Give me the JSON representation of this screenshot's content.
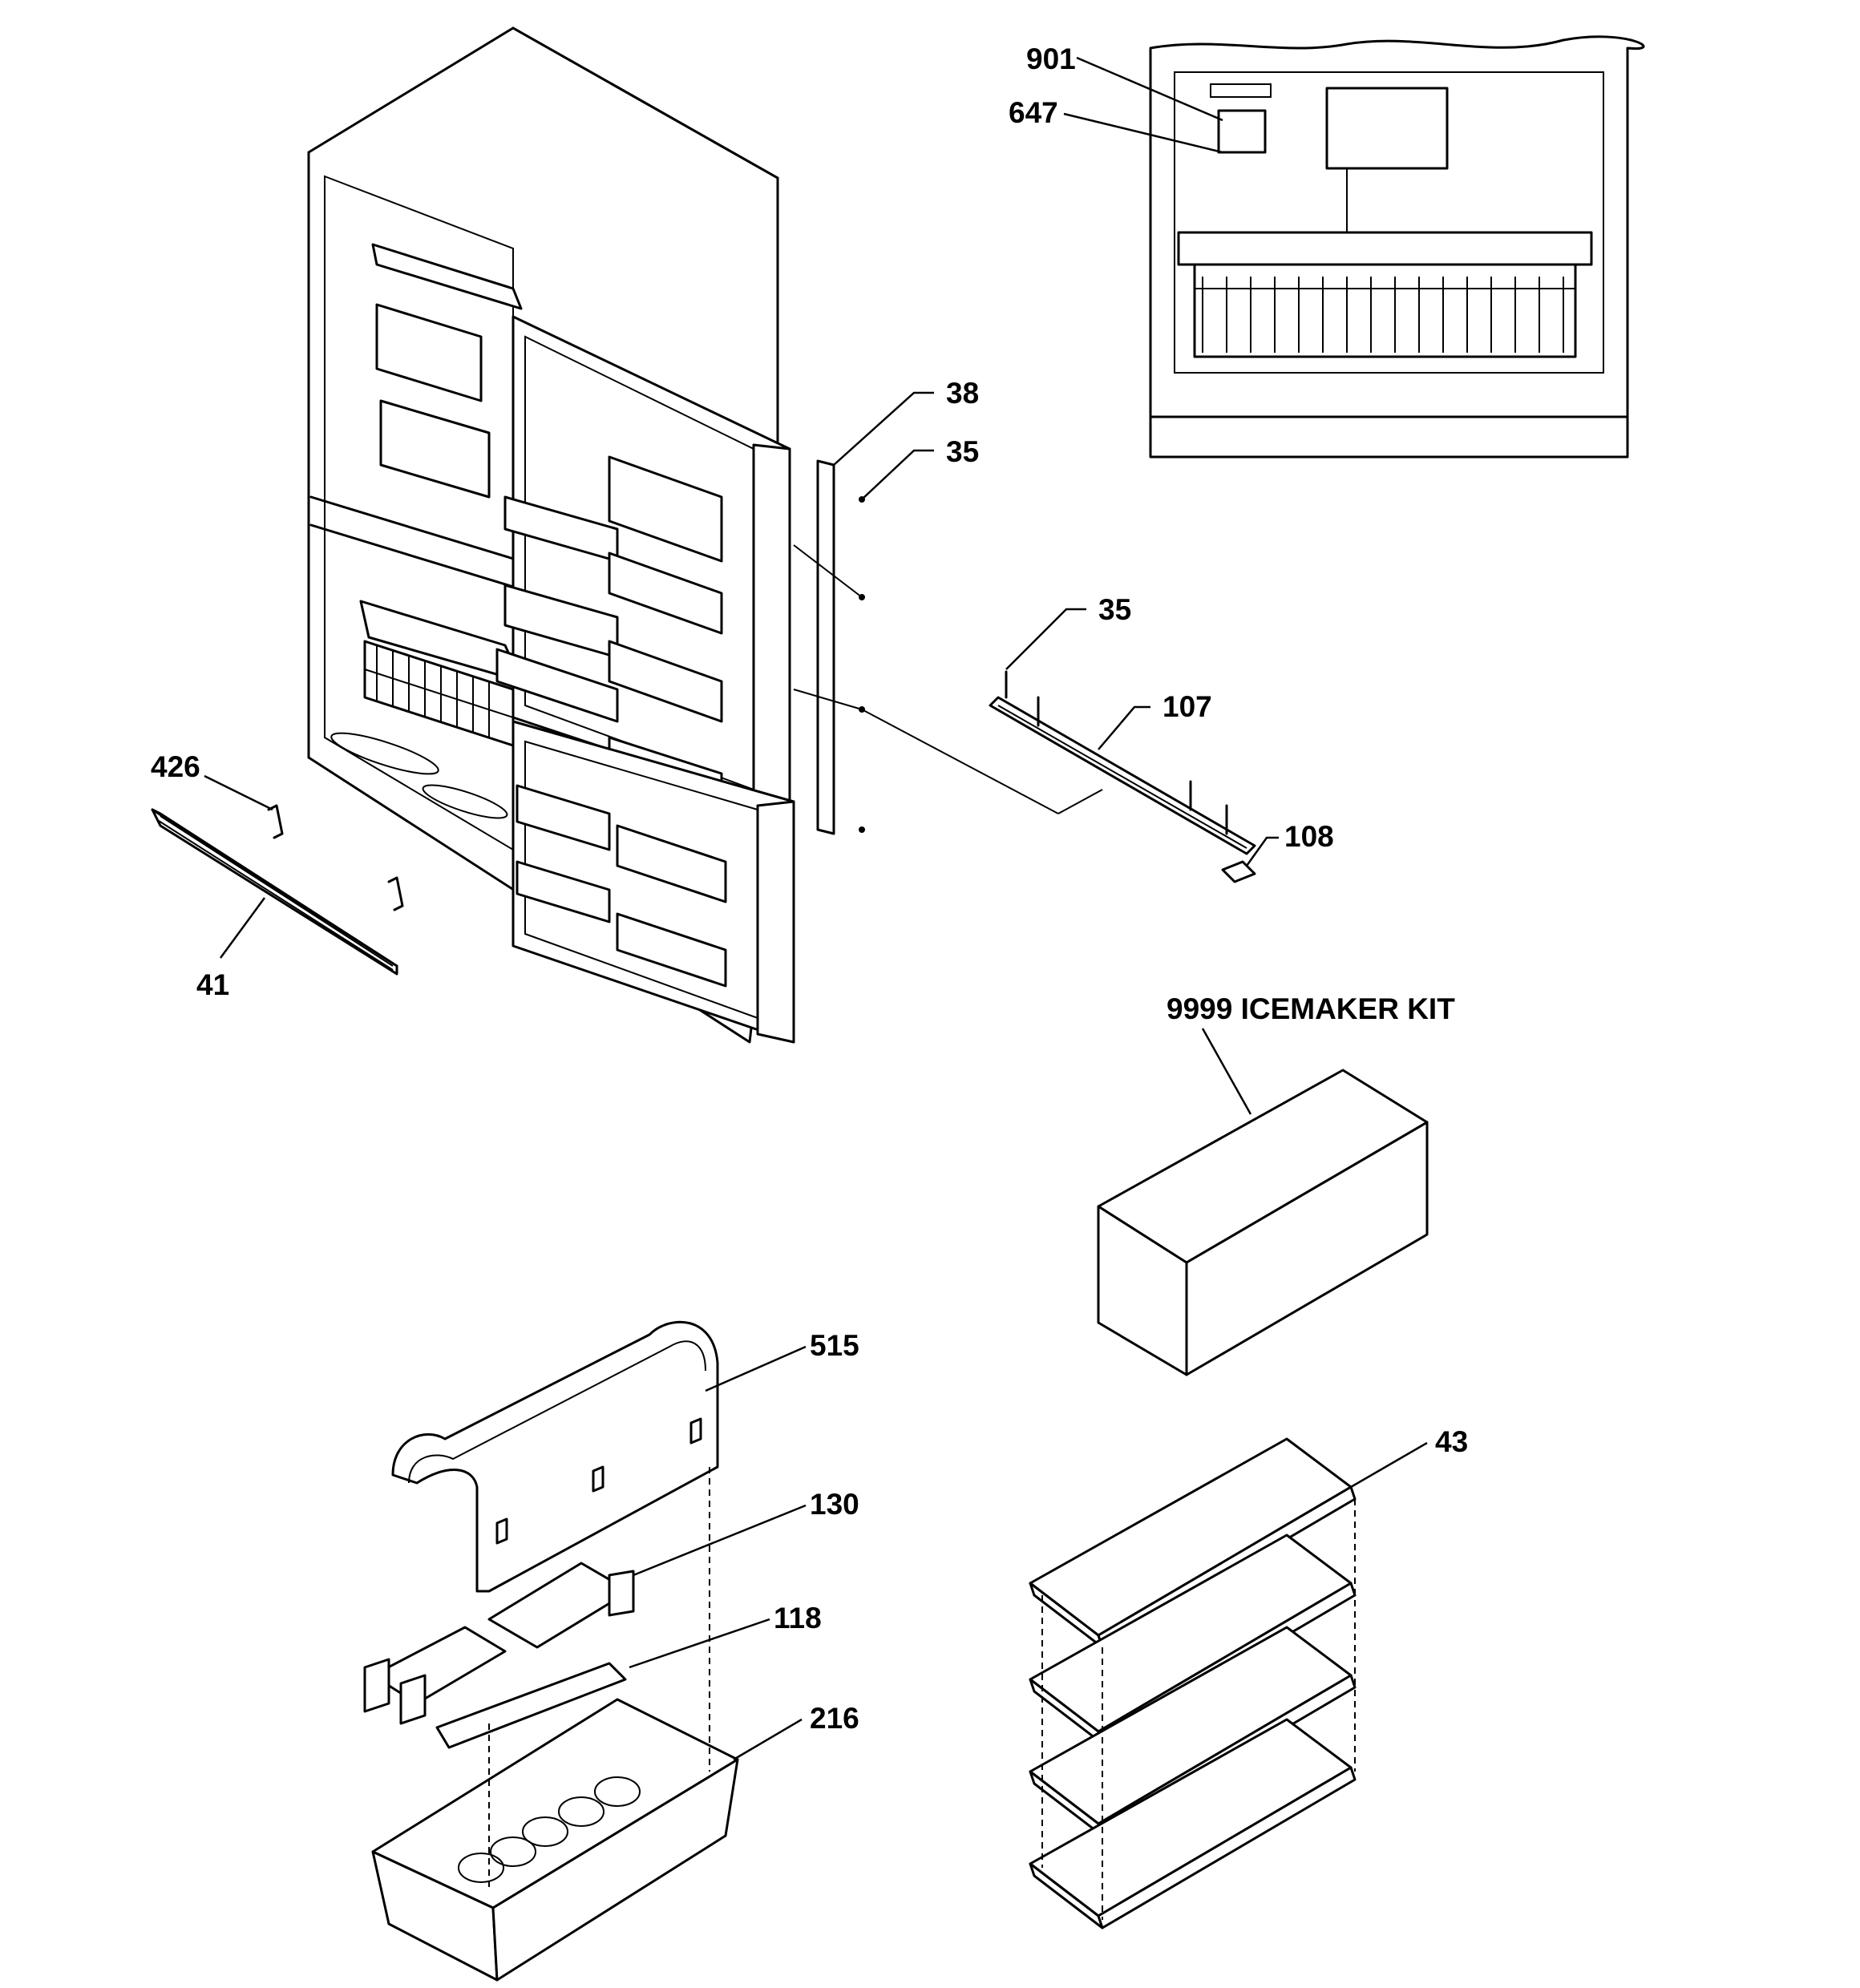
{
  "colors": {
    "line": "#000000",
    "background": "#ffffff"
  },
  "callouts": [
    {
      "id": "901",
      "text": "901"
    },
    {
      "id": "647",
      "text": "647"
    },
    {
      "id": "38",
      "text": "38"
    },
    {
      "id": "35a",
      "text": "35"
    },
    {
      "id": "35b",
      "text": "35"
    },
    {
      "id": "107",
      "text": "107"
    },
    {
      "id": "108",
      "text": "108"
    },
    {
      "id": "426",
      "text": "426"
    },
    {
      "id": "41",
      "text": "41"
    },
    {
      "id": "9999",
      "text": "9999  ICEMAKER KIT"
    },
    {
      "id": "515",
      "text": "515"
    },
    {
      "id": "130",
      "text": "130"
    },
    {
      "id": "118",
      "text": "118"
    },
    {
      "id": "216",
      "text": "216"
    },
    {
      "id": "43",
      "text": "43"
    }
  ]
}
